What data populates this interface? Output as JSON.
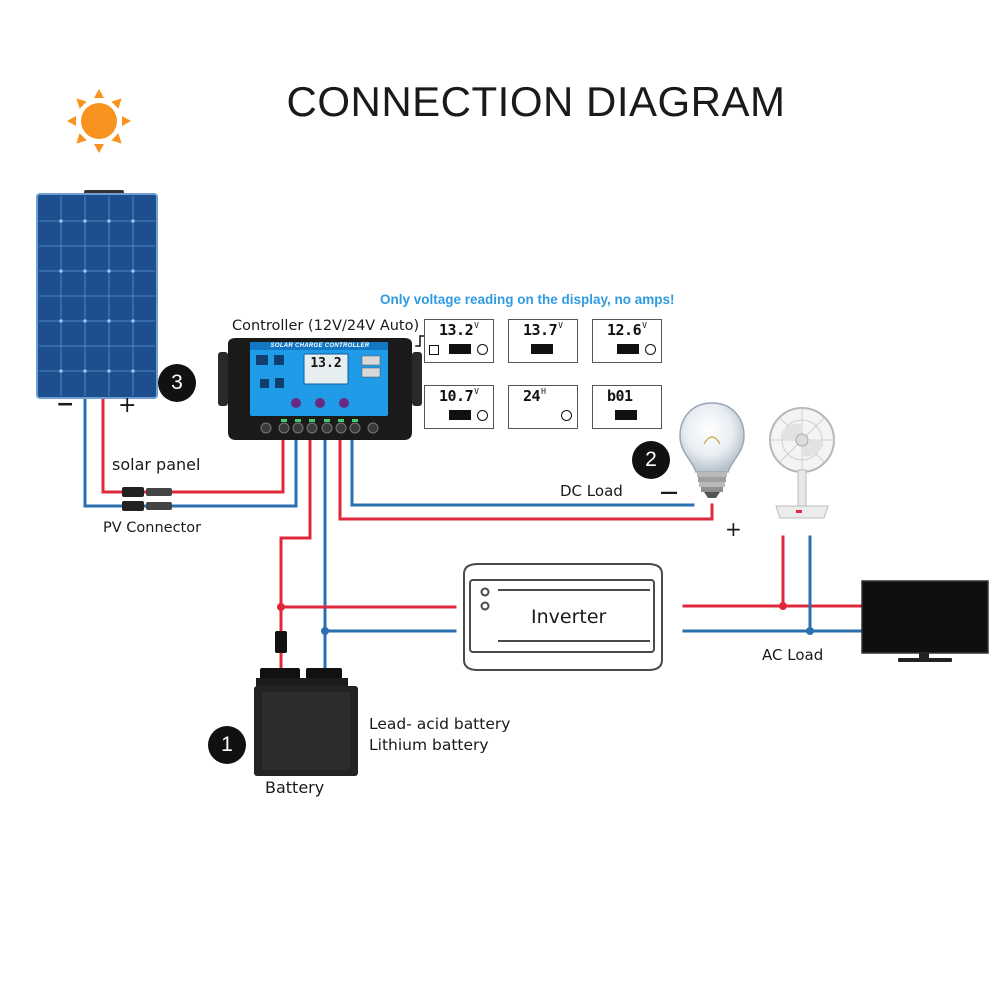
{
  "title": "CONNECTION DIAGRAM",
  "note": "Only voltage reading on the display, no amps!",
  "labels": {
    "controller": "Controller (12V/24V Auto)",
    "controller_face": "SOLAR CHARGE CONTROLLER",
    "controller_display": "13.2",
    "solar_panel": "solar panel",
    "pv_connector": "PV  Connector",
    "dc_load": "DC Load",
    "ac_load": "AC Load",
    "inverter": "Inverter",
    "battery": "Battery",
    "battery_type_1": "Lead- acid battery",
    "battery_type_2": "Lithium battery",
    "panel_minus": "−",
    "panel_plus": "+",
    "dc_minus": "—",
    "dc_plus": "+"
  },
  "badges": {
    "battery": "1",
    "dc_load": "2",
    "solar_panel": "3"
  },
  "displays": [
    {
      "value": "13.2",
      "unit": "V"
    },
    {
      "value": "13.7",
      "unit": "V"
    },
    {
      "value": "12.6",
      "unit": "V"
    },
    {
      "value": "10.7",
      "unit": "V"
    },
    {
      "value": "24",
      "unit": "H"
    },
    {
      "value": "b01",
      "unit": ""
    }
  ],
  "colors": {
    "positive_wire": "#e0283c",
    "negative_wire": "#2a6fb0",
    "sun": "#f7931e",
    "note": "#2f9be0",
    "controller_face": "#1f9be8"
  }
}
